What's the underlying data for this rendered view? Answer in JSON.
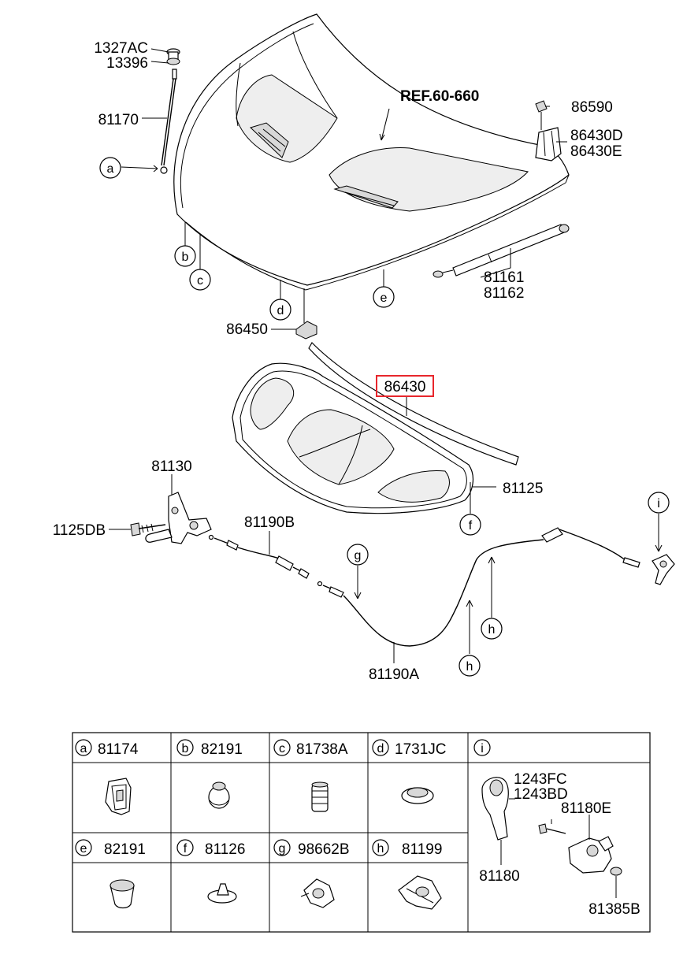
{
  "callouts": {
    "c1327ac": "1327AC",
    "c13396": "13396",
    "c81170": "81170",
    "ref": "REF.60-660",
    "c86590": "86590",
    "c86430d": "86430D",
    "c86430e": "86430E",
    "c81161": "81161",
    "c81162": "81162",
    "c86450": "86450",
    "c86430": "86430",
    "c81125": "81125",
    "c81130": "81130",
    "c1125db": "1125DB",
    "c81190b": "81190B",
    "c81190a": "81190A"
  },
  "markers": {
    "a": "a",
    "b": "b",
    "c": "c",
    "d": "d",
    "e": "e",
    "f": "f",
    "g": "g",
    "h1": "h",
    "h2": "h",
    "i": "i"
  },
  "highlight_color": "#e8262c",
  "table": {
    "row1": [
      {
        "letter": "a",
        "part": "81174"
      },
      {
        "letter": "b",
        "part": "82191"
      },
      {
        "letter": "c",
        "part": "81738A"
      },
      {
        "letter": "d",
        "part": "1731JC"
      }
    ],
    "row2": [
      {
        "letter": "e",
        "part": "82191"
      },
      {
        "letter": "f",
        "part": "81126"
      },
      {
        "letter": "g",
        "part": "98662B"
      },
      {
        "letter": "h",
        "part": "81199"
      }
    ],
    "i_cell": {
      "letter": "i",
      "p1243fc": "1243FC",
      "p1243bd": "1243BD",
      "p81180e": "81180E",
      "p81180": "81180",
      "p81385b": "81385B"
    }
  }
}
